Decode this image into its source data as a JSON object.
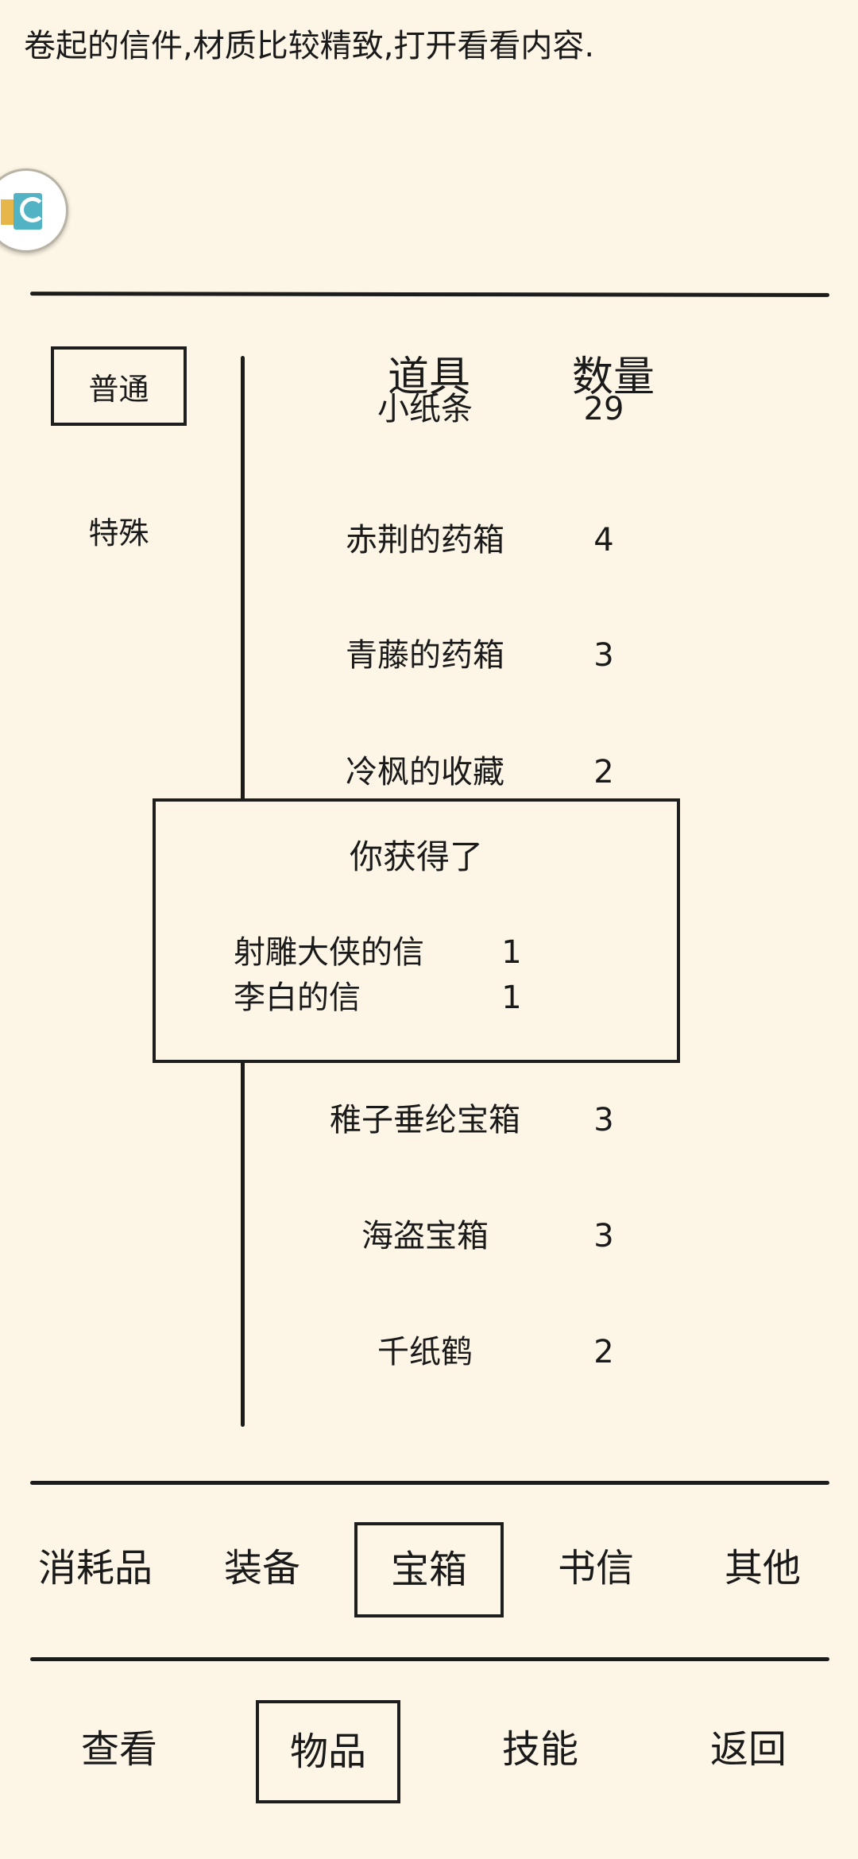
{
  "description": "卷起的信件,材质比较精致,打开看看内容.",
  "left_tabs": [
    {
      "label": "普通",
      "selected": true
    },
    {
      "label": "特殊",
      "selected": false
    }
  ],
  "table": {
    "header_item": "道具",
    "header_qty": "数量",
    "partial_row": {
      "name": "小纸条",
      "qty": "29"
    },
    "rows": [
      {
        "name": "赤荆的药箱",
        "qty": "4"
      },
      {
        "name": "青藤的药箱",
        "qty": "3"
      },
      {
        "name": "冷枫的收藏",
        "qty": "2"
      },
      {
        "name": "稚子垂纶宝箱",
        "qty": "3"
      },
      {
        "name": "海盗宝箱",
        "qty": "3"
      },
      {
        "name": "千纸鹤",
        "qty": "2"
      }
    ]
  },
  "popup": {
    "title": "你获得了",
    "items": [
      {
        "name": "射雕大侠的信",
        "qty": "1"
      },
      {
        "name": "李白的信",
        "qty": "1"
      }
    ]
  },
  "category_tabs": [
    {
      "label": "消耗品",
      "selected": false
    },
    {
      "label": "装备",
      "selected": false
    },
    {
      "label": "宝箱",
      "selected": true
    },
    {
      "label": "书信",
      "selected": false
    },
    {
      "label": "其他",
      "selected": false
    }
  ],
  "bottom_nav": [
    {
      "label": "查看",
      "selected": false
    },
    {
      "label": "物品",
      "selected": true
    },
    {
      "label": "技能",
      "selected": false
    },
    {
      "label": "返回",
      "selected": false
    }
  ]
}
